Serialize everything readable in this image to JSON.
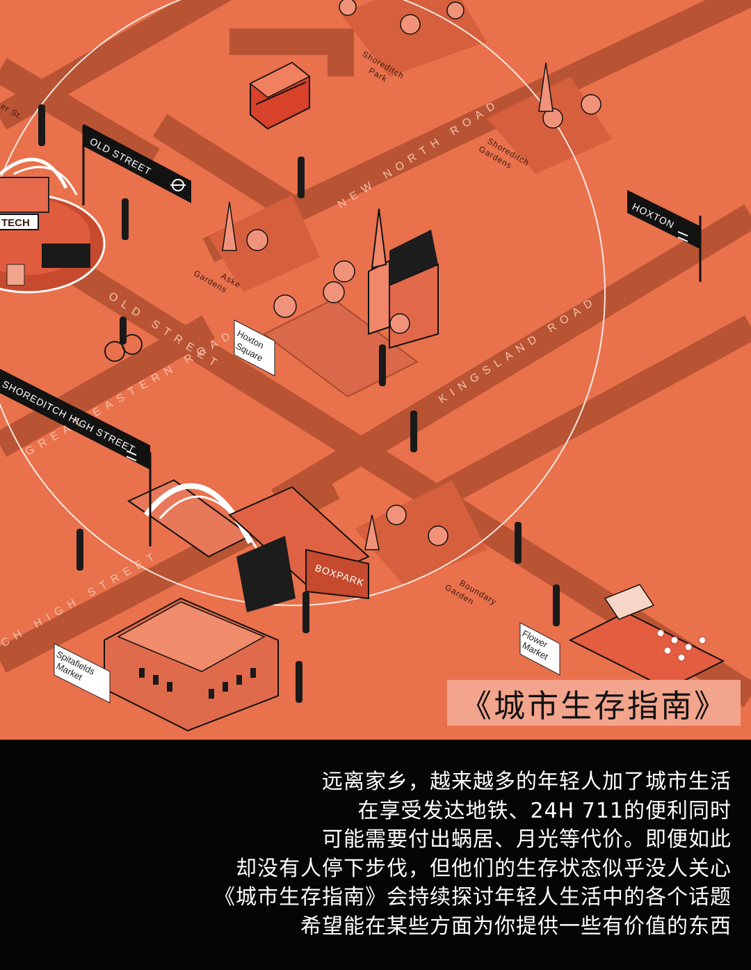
{
  "map": {
    "background_color": "#e9714c",
    "road_color": "#b85434",
    "street_signs": [
      {
        "label": "OLD STREET"
      },
      {
        "label": "HOXTON"
      },
      {
        "label": "SHOREDITCH HIGH STREET"
      }
    ],
    "road_names": {
      "new_north_road": "NEW NORTH ROAD",
      "kingsland_road": "KINGSLAND ROAD",
      "old_street": "OLD STREET",
      "great_eastern_road": "GREAT EASTERN ROAD",
      "high_street": "CH HIGH STREET",
      "corner": "er St."
    },
    "parks": {
      "shoreditch_park": [
        "Shoreditch",
        "Park"
      ],
      "shoreditch_gardens": [
        "Shoreditch",
        "Gardens"
      ],
      "aske_gardens": [
        "Aske",
        "Gardens"
      ],
      "boundary_garden": [
        "Boundary",
        "Garden"
      ]
    },
    "place_labels": {
      "hoxton_square": [
        "Hoxton",
        "Square"
      ],
      "spitafields_market": [
        "Spitafields",
        "Market"
      ],
      "flower_market": [
        "Flower",
        "Market"
      ]
    },
    "tech_label": "TECH",
    "boxpark_label": "BOXPARK"
  },
  "title": "《城市生存指南》",
  "caption": [
    "远离家乡，越来越多的年轻人加了城市生活",
    "在享受发达地铁、24H 711的便利同时",
    "可能需要付出蜗居、月光等代价。即便如此",
    "却没有人停下步伐，但他们的生存状态似乎没人关心",
    "《城市生存指南》会持续探讨年轻人生活中的各个话题",
    "希望能在某些方面为你提供一些有价值的东西"
  ]
}
